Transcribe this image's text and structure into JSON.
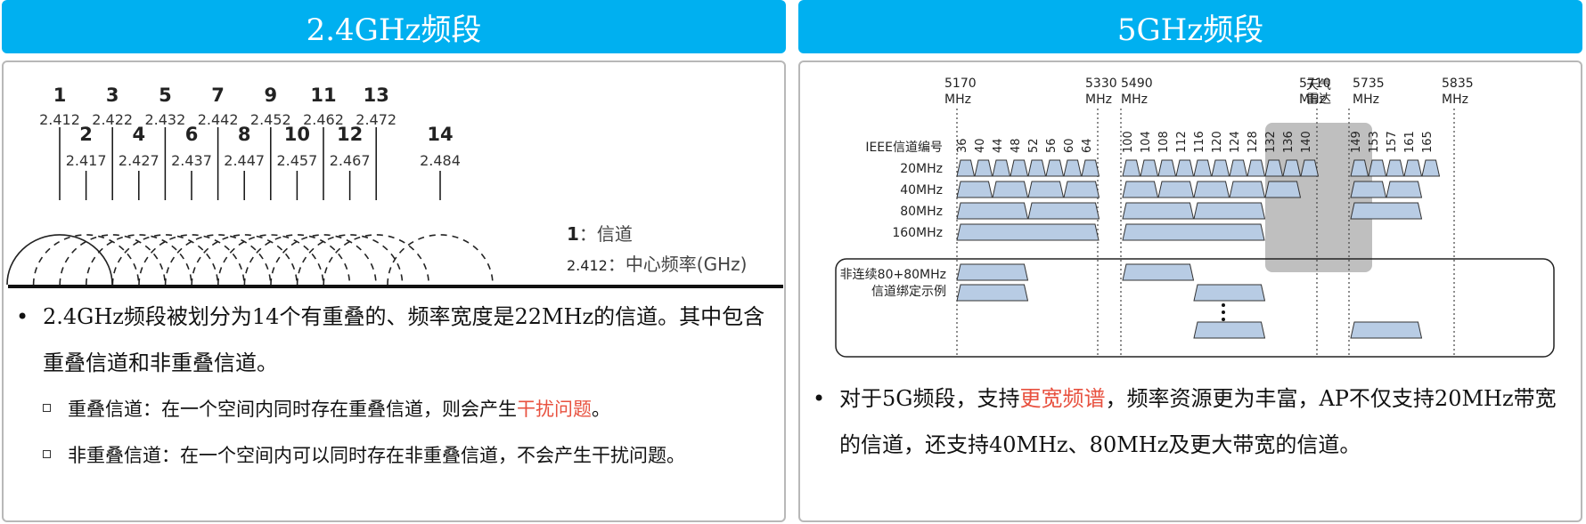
{
  "left_panel": {
    "title": "2.4GHz频段",
    "channels_odd": [
      {
        "num": "1",
        "freq": "2.412"
      },
      {
        "num": "3",
        "freq": "2.422"
      },
      {
        "num": "5",
        "freq": "2.432"
      },
      {
        "num": "7",
        "freq": "2.442"
      },
      {
        "num": "9",
        "freq": "2.452"
      },
      {
        "num": "11",
        "freq": "2.462"
      },
      {
        "num": "13",
        "freq": "2.472"
      }
    ],
    "channels_even": [
      {
        "num": "2",
        "freq": "2.417"
      },
      {
        "num": "4",
        "freq": "2.427"
      },
      {
        "num": "6",
        "freq": "2.437"
      },
      {
        "num": "8",
        "freq": "2.447"
      },
      {
        "num": "10",
        "freq": "2.457"
      },
      {
        "num": "12",
        "freq": "2.467"
      },
      {
        "num": "14",
        "freq": "2.484"
      }
    ],
    "legend": {
      "channel_key": "1",
      "channel_sep": "：",
      "channel_label": "信道",
      "freq_key": "2.412",
      "freq_sep": "：",
      "freq_label": "中心频率(GHz)"
    },
    "bullet_main": "2.4GHz频段被划分为14个有重叠的、频率宽度是22MHz的信道。其中包含重叠信道和非重叠信道。",
    "sub1_prefix": "重叠信道：在一个空间内同时存在重叠信道，则会产生",
    "sub1_highlight": "干扰问题",
    "sub1_suffix": "。",
    "sub2": "非重叠信道：在一个空间内可以同时存在非重叠信道，不会产生干扰问题。"
  },
  "right_panel": {
    "title": "5GHz频段",
    "freq_marks": [
      {
        "value": "5170",
        "unit": "MHz"
      },
      {
        "value": "5330",
        "unit": "MHz"
      },
      {
        "value": "5490",
        "unit": "MHz"
      },
      {
        "value": "5710",
        "unit": "MHz"
      },
      {
        "value": "5735",
        "unit": "MHz"
      },
      {
        "value": "5835",
        "unit": "MHz"
      }
    ],
    "radar_line1": "天气",
    "radar_line2": "雷达",
    "ieee_label": "IEEE信道编号",
    "width_labels": [
      "20MHz",
      "40MHz",
      "80MHz",
      "160MHz"
    ],
    "channel_numbers": [
      "36",
      "40",
      "44",
      "48",
      "52",
      "56",
      "60",
      "64",
      "100",
      "104",
      "108",
      "112",
      "116",
      "120",
      "124",
      "128",
      "132",
      "136",
      "140",
      "149",
      "153",
      "157",
      "161",
      "165"
    ],
    "noncontig_line1": "非连续80+80MHz",
    "noncontig_line2": "信道绑定示例",
    "bullet_prefix": "对于5G频段，支持",
    "bullet_highlight": "更宽频谱",
    "bullet_suffix": "，频率资源更为丰富，AP不仅支持20MHz带宽的信道，还支持40MHz、80MHz及更大带宽的信道。"
  },
  "colors": {
    "header_bg": "#00b0f0",
    "highlight": "#e8513f",
    "block_fill": "#b8cce4",
    "radar_shade": "#bfbfbf"
  }
}
